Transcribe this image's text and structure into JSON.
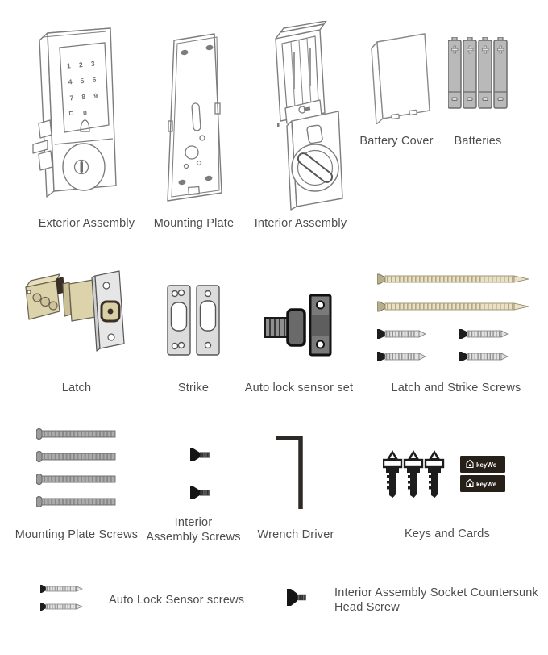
{
  "colors": {
    "background": "#ffffff",
    "label_text": "#4d4d4d",
    "line_art_gray": "#7d7d7d",
    "latch_tan": "#ddd3aa",
    "screw_tan": "#e8e1c6",
    "strike_plate_gray": "#dcdcdc",
    "battery_gray": "#b9b9b9",
    "screw_silver": "#e2e2e2",
    "hardware_black": "#1d1d1d"
  },
  "parts": [
    {
      "id": "exterior-assembly",
      "label": "Exterior Assembly",
      "keypad_digits": [
        "1",
        "2",
        "3",
        "4",
        "5",
        "6",
        "7",
        "8",
        "9",
        "0"
      ]
    },
    {
      "id": "mounting-plate",
      "label": "Mounting Plate"
    },
    {
      "id": "interior-assembly",
      "label": "Interior Assembly"
    },
    {
      "id": "battery-cover",
      "label": "Battery Cover"
    },
    {
      "id": "batteries",
      "label": "Batteries"
    },
    {
      "id": "latch",
      "label": "Latch"
    },
    {
      "id": "strike",
      "label": "Strike"
    },
    {
      "id": "auto-lock-sensor-set",
      "label": "Auto lock sensor set"
    },
    {
      "id": "latch-and-strike-screws",
      "label": "Latch and Strike Screws"
    },
    {
      "id": "mounting-plate-screws",
      "label": "Mounting Plate Screws"
    },
    {
      "id": "interior-assembly-screws",
      "label": "Interior Assembly Screws",
      "label_lines": [
        "Interior",
        "Assembly Screws"
      ]
    },
    {
      "id": "wrench-driver",
      "label": "Wrench Driver"
    },
    {
      "id": "keys-and-cards",
      "label": "Keys and Cards",
      "card_brand": "keyWe"
    },
    {
      "id": "auto-lock-sensor-screws",
      "label": "Auto Lock Sensor screws"
    },
    {
      "id": "interior-assembly-socket-countersunk-head-screw",
      "label": "Interior Assembly Socket Countersunk Head Screw",
      "label_lines": [
        "Interior Assembly Socket Countersunk",
        "Head Screw"
      ]
    }
  ]
}
